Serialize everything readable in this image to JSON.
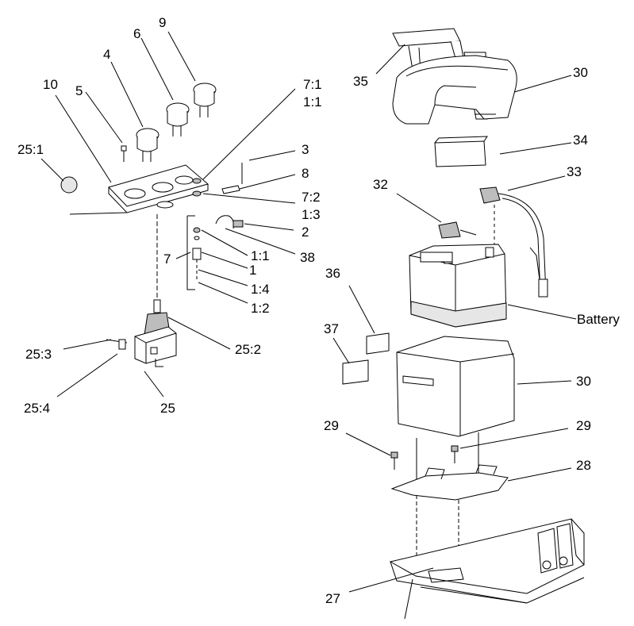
{
  "callouts": {
    "c35": "35",
    "c30_top": "30",
    "c34": "34",
    "c33": "33",
    "c32": "32",
    "c36": "36",
    "c37": "37",
    "battery": "Battery",
    "c30_box": "30",
    "c29_left": "29",
    "c29_right": "29",
    "c28": "28",
    "c27": "27",
    "c9": "9",
    "c6": "6",
    "c4": "4",
    "c5": "5",
    "c10": "10",
    "c7_1": "7:1",
    "c1_1_top": "1:1",
    "c25_1": "25:1",
    "c3": "3",
    "c8": "8",
    "c7_2": "7:2",
    "c1_3": "1:3",
    "c2": "2",
    "c38": "38",
    "c7": "7",
    "c1_1": "1:1",
    "c1": "1",
    "c1_4": "1:4",
    "c1_2": "1:2",
    "c25_2": "25:2",
    "c25_3": "25:3",
    "c25_4": "25:4",
    "c25": "25"
  }
}
